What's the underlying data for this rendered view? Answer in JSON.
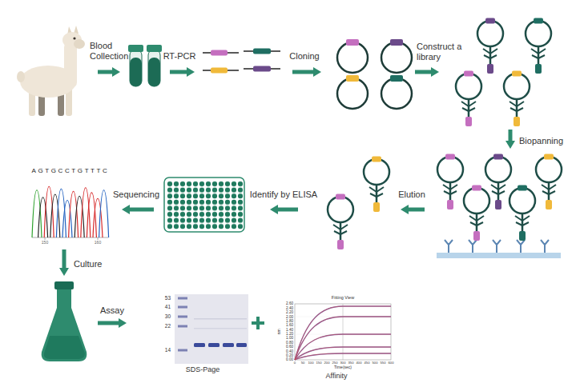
{
  "diagram": {
    "nodes": [
      {
        "text": [
          "53",
          "41",
          "30",
          "22",
          "14",
          "SDS-Page"
        ]
      },
      {
        "text": [
          "Fitting View",
          "nm",
          "0.00",
          "0.20",
          "0.40",
          "0.60",
          "0.80",
          "1.00",
          "1.20",
          "1.40",
          "1.60",
          "1.80",
          "2.00",
          "2.20",
          "2.40",
          "2.60",
          "0",
          "50",
          "100",
          "150",
          "200",
          "250",
          "300",
          "350",
          "400",
          "450",
          "500",
          "550",
          "600",
          "Time(sec)",
          "Affinity"
        ]
      }
    ],
    "labels": [
      "Blood Collection",
      "RT-PCR",
      "Cloning",
      "Construct a library",
      "Biopanning",
      "Elution",
      "Identify by ELISA",
      "Sequencing",
      "Culture",
      "Assay",
      "AGTGCCTGTTTC",
      "150",
      "160"
    ]
  }
}
